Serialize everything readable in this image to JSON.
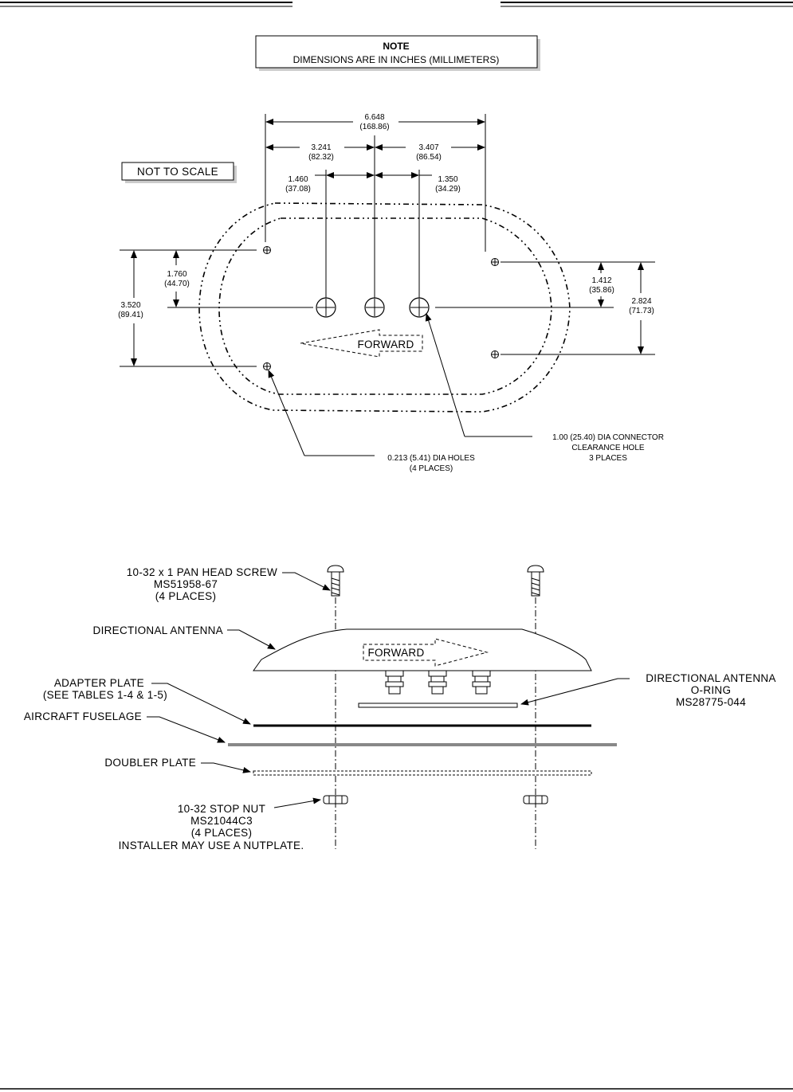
{
  "note": {
    "title": "NOTE",
    "text": "DIMENSIONS ARE IN INCHES (MILLIMETERS)"
  },
  "scale_label": "NOT TO SCALE",
  "top_view": {
    "overall_width": {
      "in": "6.648",
      "mm": "(168.86)"
    },
    "left_span": {
      "in": "3.241",
      "mm": "(82.32)"
    },
    "right_span": {
      "in": "3.407",
      "mm": "(86.54)"
    },
    "left_connector_offset": {
      "in": "1.460",
      "mm": "(37.08)"
    },
    "right_connector_offset": {
      "in": "1.350",
      "mm": "(34.29)"
    },
    "left_half_height": {
      "in": "1.760",
      "mm": "(44.70)"
    },
    "left_full_height": {
      "in": "3.520",
      "mm": "(89.41)"
    },
    "right_half_height": {
      "in": "1.412",
      "mm": "(35.86)"
    },
    "right_full_height": {
      "in": "2.824",
      "mm": "(71.73)"
    },
    "forward_label": "FORWARD",
    "holes_callout": {
      "line1": "0.213  (5.41) DIA HOLES",
      "line2": "(4 PLACES)"
    },
    "connector_callout": {
      "line1": "1.00  (25.40) DIA CONNECTOR",
      "line2": "CLEARANCE HOLE",
      "line3": "3 PLACES"
    }
  },
  "exploded_view": {
    "screw": {
      "line1": "10-32  x  1  PAN  HEAD  SCREW",
      "line2": "MS51958-67",
      "line3": "(4  PLACES)"
    },
    "antenna": "DIRECTIONAL  ANTENNA",
    "forward_label": "FORWARD",
    "adapter": {
      "line1": "ADAPTER  PLATE",
      "line2": "(SEE  TABLES  1-4  &  1-5)"
    },
    "fuselage": "AIRCRAFT  FUSELAGE",
    "doubler": "DOUBLER  PLATE",
    "oring": {
      "line1": "DIRECTIONAL  ANTENNA",
      "line2": "O-RING",
      "line3": "MS28775-044"
    },
    "nut": {
      "line1": "10-32  STOP  NUT",
      "line2": "MS21044C3",
      "line3": "(4  PLACES)",
      "line4": "INSTALLER  MAY  USE  A  NUTPLATE."
    }
  }
}
